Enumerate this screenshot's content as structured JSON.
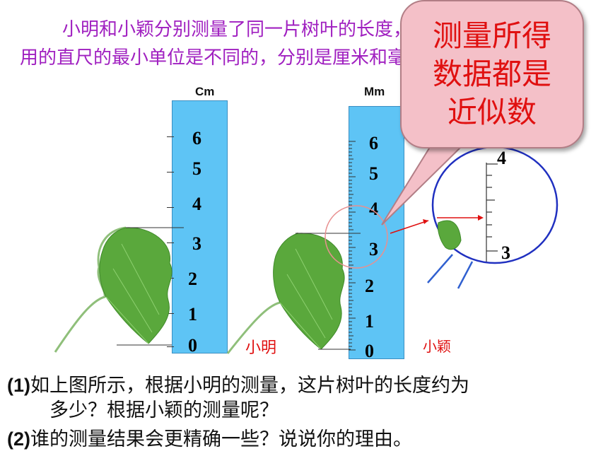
{
  "intro": {
    "line1": "小明和小颖分别测量了同一片树叶的长度，他们所",
    "line2": "用的直尺的最小单位是不同的，分别是厘米和毫米"
  },
  "rulers": {
    "cm": {
      "unit": "Cm",
      "numbers": [
        "6",
        "5",
        "4",
        "3",
        "2",
        "1",
        "0"
      ]
    },
    "mm": {
      "unit": "Mm",
      "numbers": [
        "6",
        "5",
        "4",
        "3",
        "2",
        "1",
        "0"
      ]
    }
  },
  "labels": {
    "xiaoming": "小明",
    "xiaoying": "小颖"
  },
  "zoom": {
    "upper": "4",
    "lower": "3"
  },
  "bubble": {
    "text": "测量所得数据都是近似数"
  },
  "questions": [
    {
      "num": "(1)",
      "line1": "如上图所示，根据小明的测量，这片树叶的长度约为",
      "line2": "多少？根据小颖的测量呢？"
    },
    {
      "num": "(2)",
      "line1": "谁的测量结果会更精确一些？说说你的理由。"
    }
  ],
  "colors": {
    "intro_text": "#a020c0",
    "ruler": "#5ec4f5",
    "bubble": "#f4c0c8",
    "bubble_text": "#e01010",
    "label": "#e01010",
    "zoom_circle": "#2030c0"
  }
}
